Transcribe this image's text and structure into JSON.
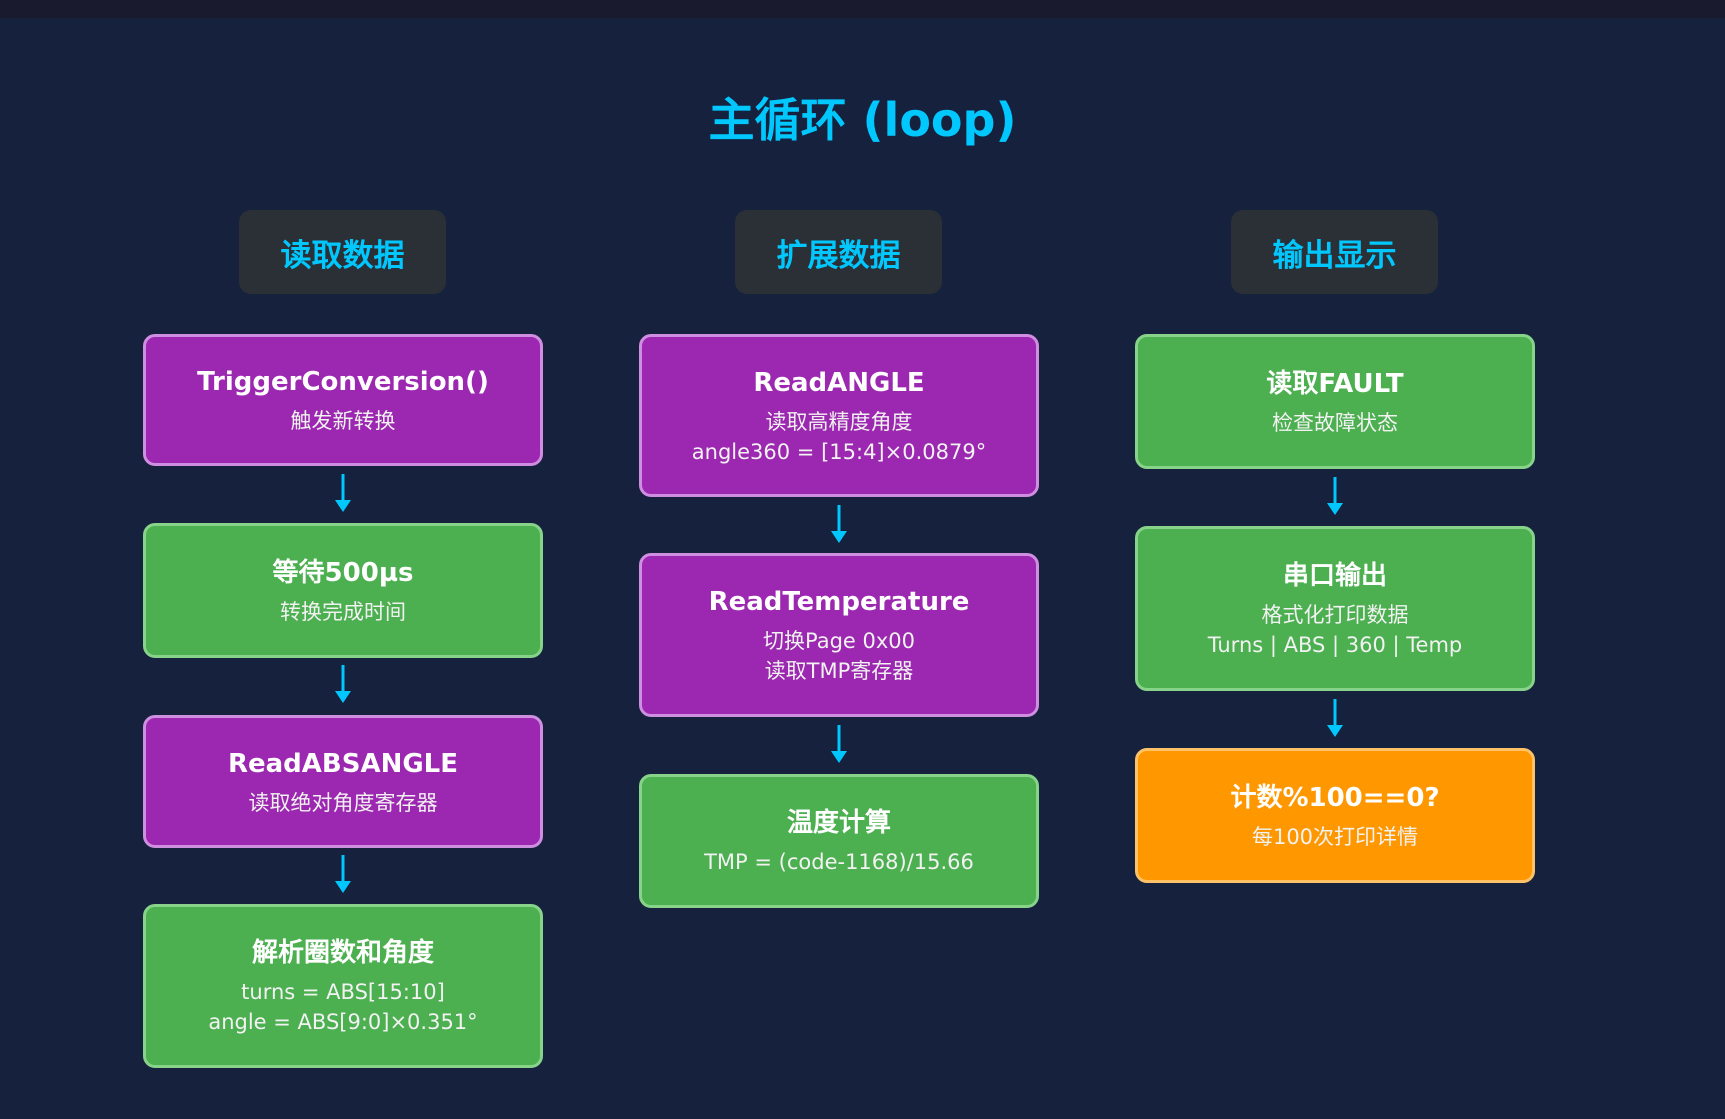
{
  "title": "主循环 (loop)",
  "columns": [
    {
      "header": "读取数据",
      "nodes": [
        {
          "title": "TriggerConversion()",
          "lines": [
            "触发新转换"
          ],
          "color": "purple"
        },
        {
          "title": "等待500µs",
          "lines": [
            "转换完成时间"
          ],
          "color": "green"
        },
        {
          "title": "ReadABSANGLE",
          "lines": [
            "读取绝对角度寄存器"
          ],
          "color": "purple"
        },
        {
          "title": "解析圈数和角度",
          "lines": [
            "turns = ABS[15:10]",
            "angle = ABS[9:0]×0.351°"
          ],
          "color": "green"
        }
      ]
    },
    {
      "header": "扩展数据",
      "nodes": [
        {
          "title": "ReadANGLE",
          "lines": [
            "读取高精度角度",
            "angle360 = [15:4]×0.0879°"
          ],
          "color": "purple"
        },
        {
          "title": "ReadTemperature",
          "lines": [
            "切换Page 0x00",
            "读取TMP寄存器"
          ],
          "color": "purple"
        },
        {
          "title": "温度计算",
          "lines": [
            "TMP = (code-1168)/15.66"
          ],
          "color": "green"
        }
      ]
    },
    {
      "header": "输出显示",
      "nodes": [
        {
          "title": "读取FAULT",
          "lines": [
            "检查故障状态"
          ],
          "color": "green"
        },
        {
          "title": "串口输出",
          "lines": [
            "格式化打印数据",
            "Turns | ABS | 360 | Temp"
          ],
          "color": "green"
        },
        {
          "title": "计数%100==0?",
          "lines": [
            "每100次打印详情"
          ],
          "color": "orange"
        }
      ]
    }
  ],
  "colors": {
    "background": "#16213e",
    "accent": "#00c8ff",
    "purple": "#9c27b0",
    "green": "#4caf50",
    "orange": "#ff9800",
    "header_bg": "#2b2f36"
  }
}
